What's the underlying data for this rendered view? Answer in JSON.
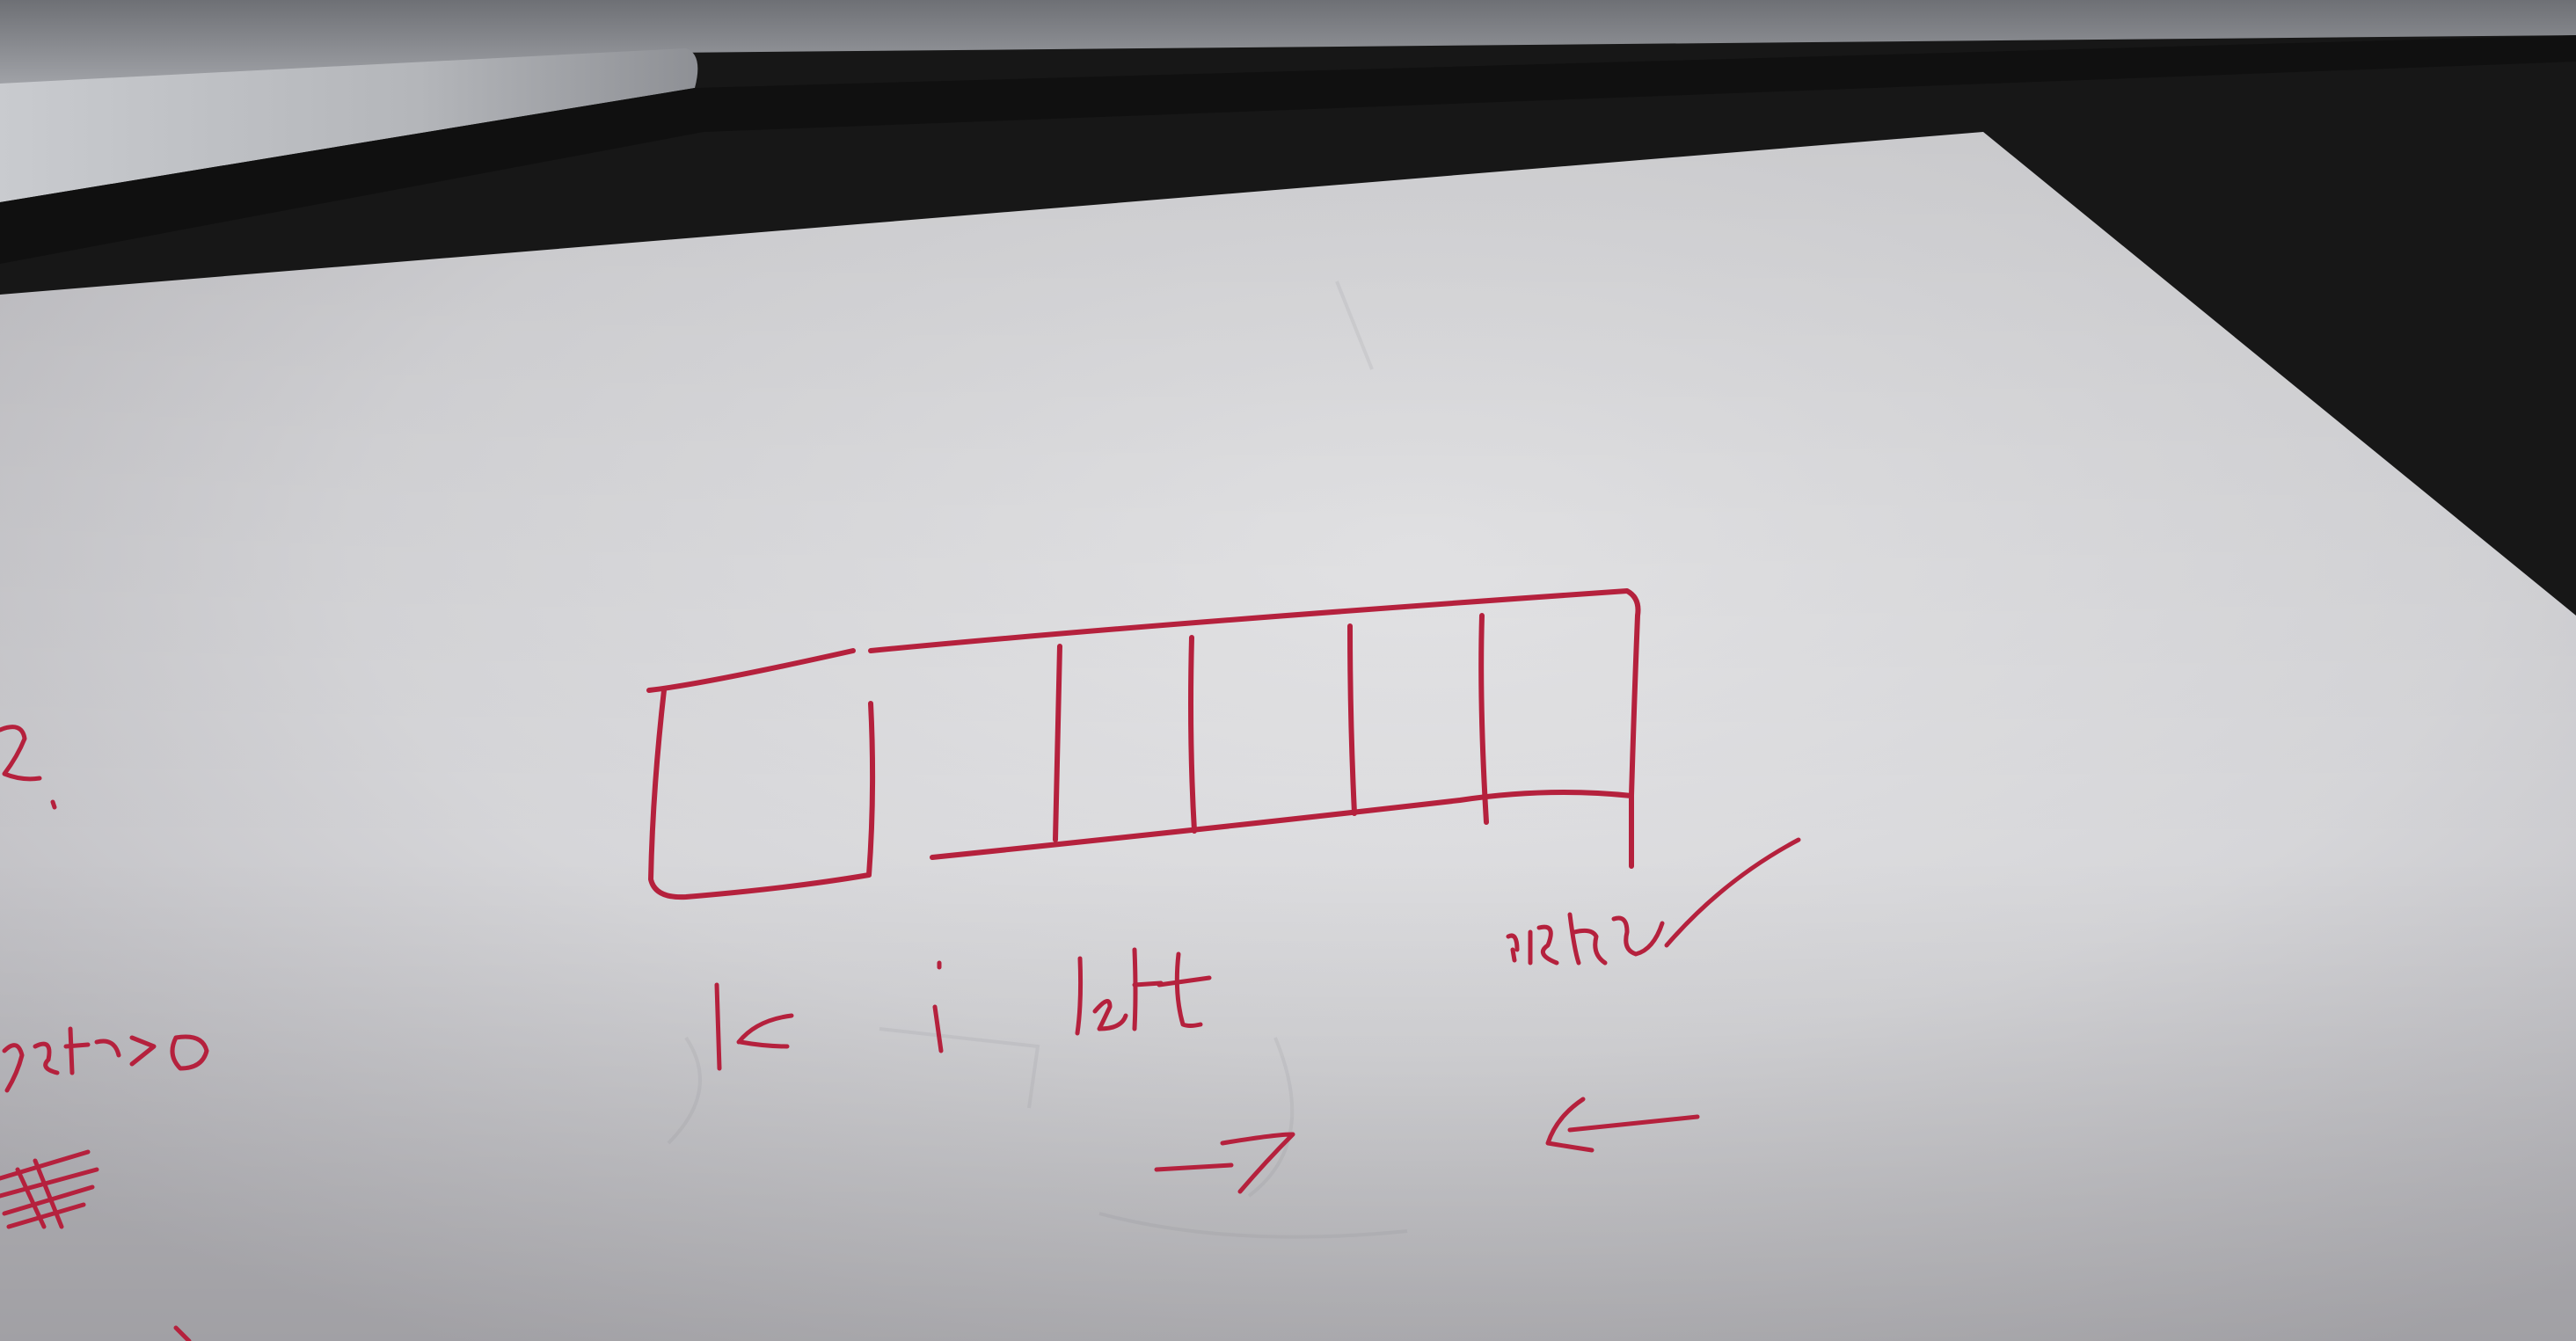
{
  "colors": {
    "ink": "#b5213d",
    "paper": "#dcdcde",
    "paper_shadow": "#b9b8bd",
    "background_dark": "#161616",
    "laptop_silver": "#8f9196"
  },
  "handwriting": {
    "label_k": "k",
    "label_i": "i",
    "label_left": "left",
    "label_right": "right",
    "arrow_left_pointer": "→",
    "arrow_right_pointer": "←",
    "margin_fragment_top": "2.",
    "margin_fragment_middle": "ygt>0"
  },
  "diagram": {
    "type": "array-with-two-pointers",
    "highlighted_cell": "k",
    "divided_cells": 5
  }
}
